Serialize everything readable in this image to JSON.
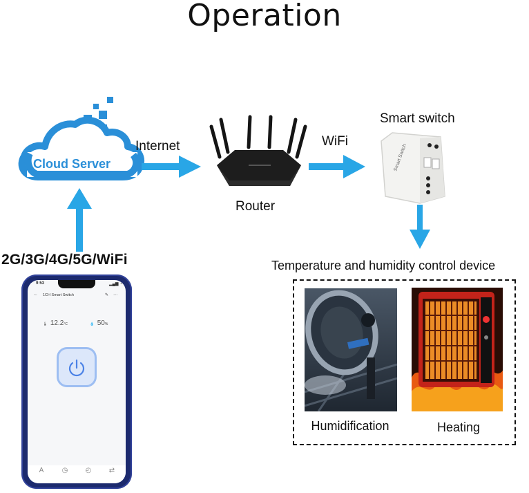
{
  "title": "Operation",
  "cloud": {
    "label": "Cloud Server"
  },
  "edges": {
    "internet": "Internet",
    "wifi": "WiFi"
  },
  "router": {
    "label": "Router"
  },
  "smart_switch": {
    "label": "Smart switch",
    "device_text": "Smart Switch"
  },
  "network": "2G/3G/4G/5G/WiFi",
  "control_devices": {
    "heading": "Temperature and humidity control device",
    "items": [
      "Humidification",
      "Heating"
    ]
  },
  "phone": {
    "time": "9:53",
    "app_title": "1CH Smart Switch",
    "temperature_value": "12.2",
    "temperature_unit": "°C",
    "humidity_value": "50",
    "humidity_unit": "%",
    "tab_icons": [
      "A",
      "◷",
      "◴",
      "⇄"
    ]
  },
  "colors": {
    "arrow": "#29a6e6",
    "cloud": "#2a8fd8",
    "phone_frame": "#1c2a6e",
    "power_accent": "#4b82e6"
  }
}
